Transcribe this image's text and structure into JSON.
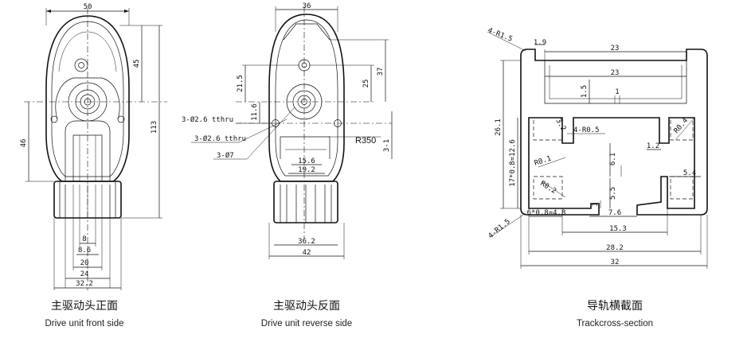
{
  "front": {
    "caption_cn": "主驱动头正面",
    "caption_en": "Drive unit front side",
    "dims": {
      "top_width": "50",
      "h45": "45",
      "h113": "113",
      "h46": "46",
      "d8": "8",
      "d86": "8.6",
      "d20": "20",
      "d24": "24",
      "d322": "32.2"
    }
  },
  "reverse": {
    "caption_cn": "主驱动头反面",
    "caption_en": "Drive unit reverse side",
    "dims": {
      "top_width": "36",
      "h215": "21.5",
      "h25": "25",
      "h37": "37",
      "h116": "11.6",
      "hole1": "3-Ø2.6 tthru",
      "hole2": "3-Ø2.6 tthru",
      "hole3": "3-Ø7",
      "r350": "R350",
      "v31": "3-1",
      "d156": "15.6",
      "d192": "19.2",
      "d362": "36.2",
      "d42": "42"
    }
  },
  "track": {
    "caption_cn": "导轨横截面",
    "caption_en": "Trackcross-section",
    "dims": {
      "r15_top": "4-R1.5",
      "d19": "1.9",
      "d23a": "23",
      "d23b": "23",
      "d15v": "1.5",
      "d1": "1",
      "r05": "4-R0.5",
      "d32v": "3.2",
      "r04": "R0.4",
      "d12": "1.2",
      "h261": "26.1",
      "h126": "17*0.8=12.6",
      "r01": "R0.1",
      "d61": "6.1",
      "d54": "5.4",
      "r02": "R0.2",
      "d55": "5.5",
      "d1b": "1",
      "d48": "6*0.8=4.8",
      "d76": "7.6",
      "d153": "15.3",
      "r15_bot": "4-R1.5",
      "d282": "28.2",
      "d32": "32"
    }
  }
}
